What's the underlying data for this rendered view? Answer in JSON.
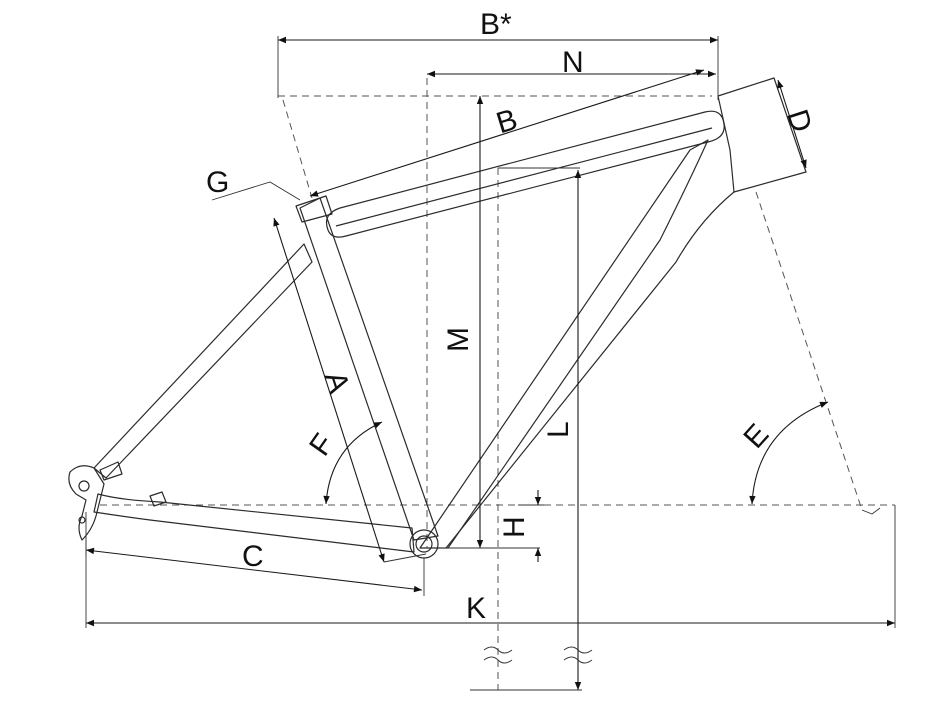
{
  "labels": {
    "a": "A",
    "b": "B",
    "b_star": "B*",
    "c": "C",
    "d": "D",
    "e": "E",
    "f": "F",
    "g": "G",
    "h": "H",
    "k": "K",
    "l": "L",
    "m": "M",
    "n": "N"
  }
}
